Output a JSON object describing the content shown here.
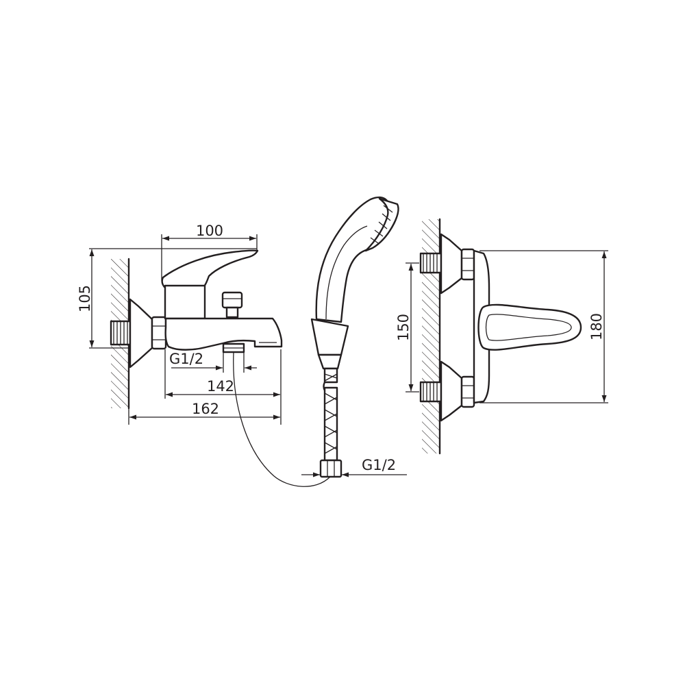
{
  "dimensions": {
    "handle_width": "100",
    "height_left": "105",
    "body_length": "142",
    "total_length": "162",
    "inlet_spacing": "150",
    "total_height": "180"
  },
  "threads": {
    "spout_outlet": "G1/2",
    "hose_connector": "G1/2"
  },
  "colors": {
    "line": "#231f20",
    "background": "#ffffff"
  }
}
